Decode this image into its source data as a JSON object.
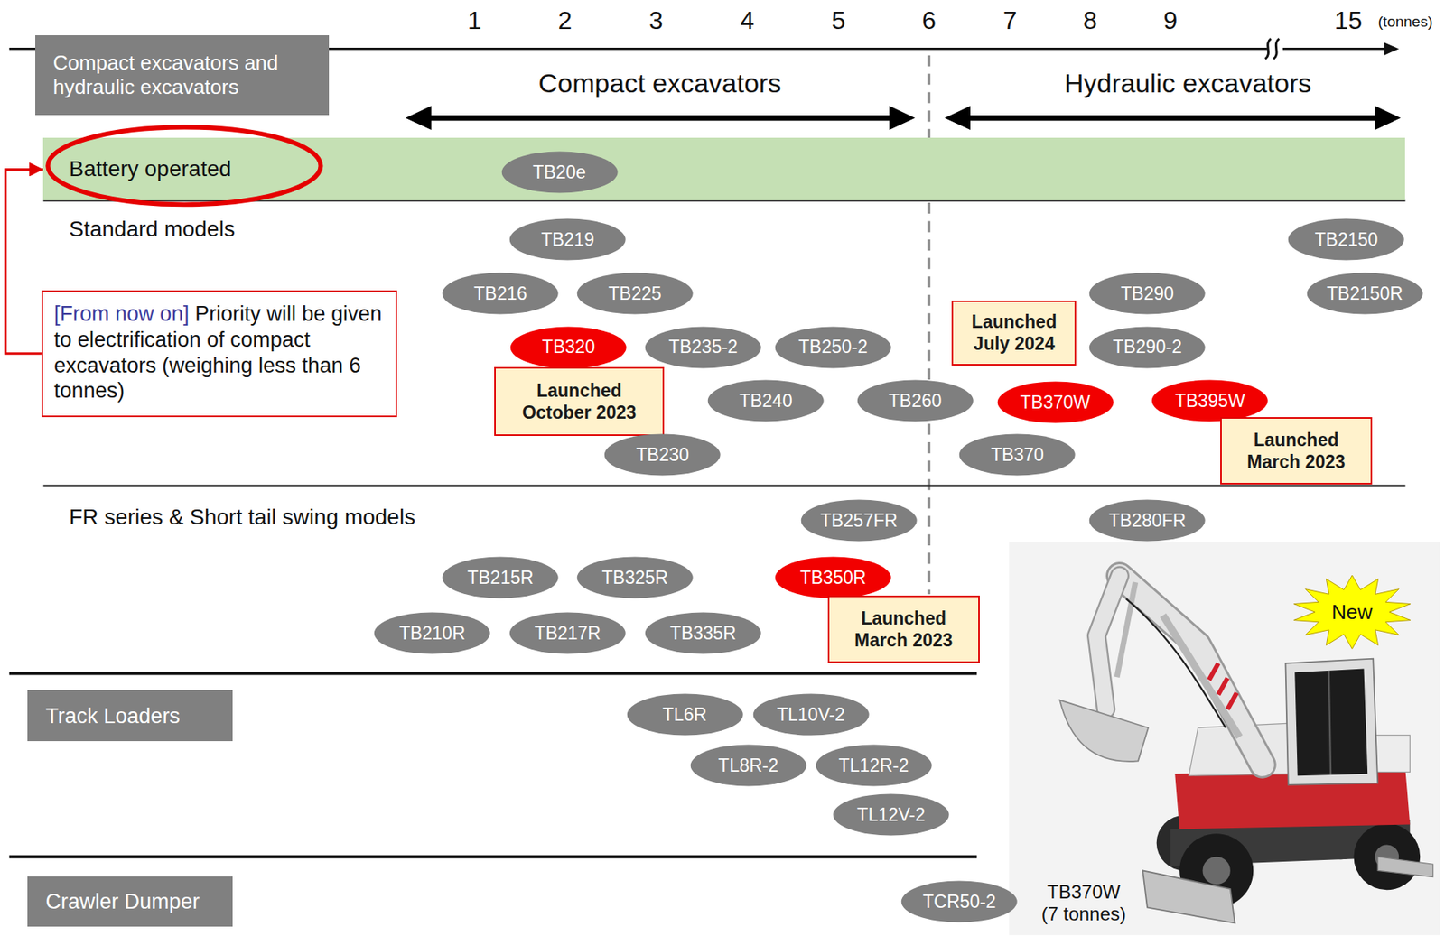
{
  "diagram": {
    "nodes": [
      {
        "text": [
          "Compact excavators and hydraulic excavators"
        ]
      },
      {
        "text": [
          "Battery operated"
        ]
      },
      {
        "text": [
          "TB20e"
        ],
        "in": 1
      },
      {
        "text": [
          "TB219"
        ]
      },
      {
        "text": [
          "TB2150"
        ]
      },
      {
        "text": [
          "TB216"
        ]
      },
      {
        "text": [
          "TB225"
        ]
      },
      {
        "text": [
          "TB290"
        ]
      },
      {
        "text": [
          "TB2150R"
        ]
      },
      {
        "text": [
          "[From now on]",
          "Priority will be given to electrification of compact excavators (weighing less than 6 tonnes)"
        ]
      },
      {
        "text": [
          "TB320"
        ]
      },
      {
        "text": [
          "TB235-2"
        ]
      },
      {
        "text": [
          "TB250-2"
        ]
      },
      {
        "text": [
          "Launched July 2024"
        ]
      },
      {
        "text": [
          "TB290-2"
        ]
      },
      {
        "text": [
          "Launched October 2023"
        ]
      },
      {
        "text": [
          "TB240"
        ]
      },
      {
        "text": [
          "TB260"
        ]
      },
      {
        "text": [
          "TB370W"
        ]
      },
      {
        "text": [
          "TB395W"
        ]
      },
      {
        "text": [
          "TB230"
        ]
      },
      {
        "text": [
          "TB370"
        ]
      },
      {
        "text": [
          "Launched March 2023"
        ]
      },
      {
        "text": [
          "TB257FR"
        ]
      },
      {
        "text": [
          "TB280FR"
        ]
      },
      {
        "text": [
          "TB215R"
        ]
      },
      {
        "text": [
          "TB325R"
        ]
      },
      {
        "text": [
          "TB350R"
        ]
      },
      {
        "text": [
          "New"
        ]
      },
      {
        "text": [
          "TB210R"
        ]
      },
      {
        "text": [
          "TB217R"
        ]
      },
      {
        "text": [
          "TB335R"
        ]
      },
      {
        "text": [
          "Launched March 2023"
        ]
      },
      {
        "text": [
          "Track Loaders"
        ]
      },
      {
        "text": [
          "TL6R"
        ]
      },
      {
        "text": [
          "TL10V-2"
        ]
      },
      {
        "text": [
          "TL8R-2"
        ]
      },
      {
        "text": [
          "TL12R-2"
        ]
      },
      {
        "text": [
          "TL12V-2"
        ]
      },
      {
        "text": [
          "Crawler Dumper"
        ]
      },
      {
        "text": [
          "TCR50-2"
        ]
      }
    ],
    "edges": [
      {
        "from": 9,
        "to": 1,
        "arrow": "to"
      }
    ],
    "labels": [
      "1",
      "2",
      "3",
      "4",
      "5",
      "6",
      "7",
      "8",
      "9",
      "15",
      "(tonnes)",
      "Compact excavators",
      "Hydraulic excavators",
      "Standard models",
      "FR series & Short tail swing models",
      "TB370W (7 tonnes)"
    ]
  }
}
